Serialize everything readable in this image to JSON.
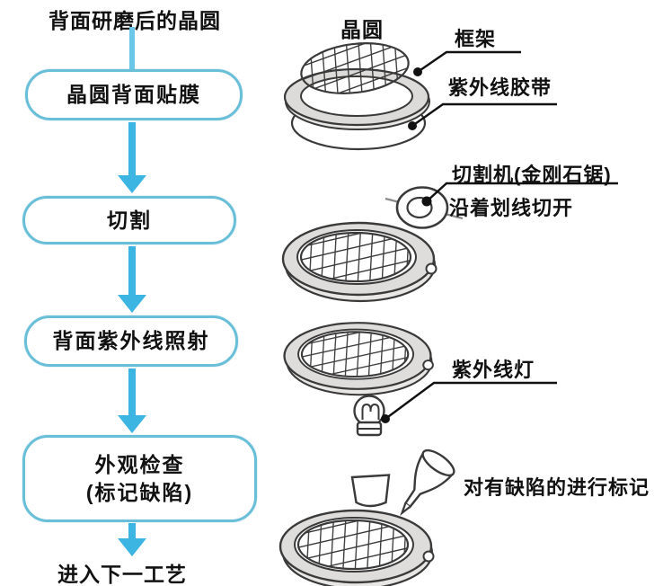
{
  "palette": {
    "arrow": "#3cb5e2",
    "connector": "#6cc6e8",
    "box-border": "#69bed8",
    "ink": "#3a3a3a",
    "text": "#111111",
    "frame-fill": "#dedddb",
    "background": "#ffffff"
  },
  "flow": {
    "start_label": "背面研磨后的晶圆",
    "steps": [
      {
        "label": "晶圆背面贴膜"
      },
      {
        "label": "切割"
      },
      {
        "label": "背面紫外线照射"
      },
      {
        "label": "外观检查",
        "sublabel": "(标记缺陷)"
      }
    ],
    "end_label": "进入下一工艺"
  },
  "callouts": {
    "wafer": "晶圆",
    "frame": "框架",
    "uv_tape": "紫外线胶带",
    "dicer": "切割机(金刚石锯)",
    "cut_along": "沿着划线切开",
    "uv_lamp": "紫外线灯",
    "mark_defects": "对有缺陷的进行标记"
  }
}
